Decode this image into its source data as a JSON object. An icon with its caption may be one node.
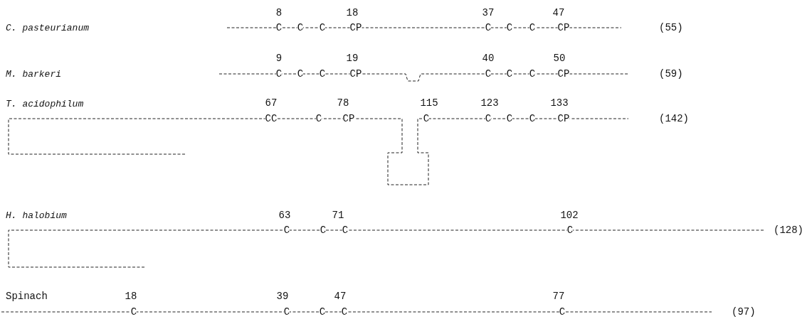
{
  "diagram": {
    "labels": [
      "8",
      "18",
      "37",
      "47",
      "C. pasteurianum",
      "C",
      "C",
      "C",
      "CP",
      "C",
      "C",
      "C",
      "CP",
      "(55)",
      "9",
      "19",
      "40",
      "50",
      "M. barkeri",
      "C",
      "C",
      "C",
      "CP",
      "C",
      "C",
      "C",
      "CP",
      "(59)",
      "T. acidophilum",
      "67",
      "78",
      "115",
      "123",
      "133",
      "CC",
      "C",
      "CP",
      "C",
      "C",
      "C",
      "C",
      "CP",
      "(142)",
      "H. halobium",
      "63",
      "71",
      "102",
      "C",
      "C",
      "C",
      "C",
      "(128)",
      "Spinach",
      "18",
      "39",
      "47",
      "77",
      "C",
      "C",
      "C",
      "C",
      "C",
      "(97)"
    ]
  }
}
